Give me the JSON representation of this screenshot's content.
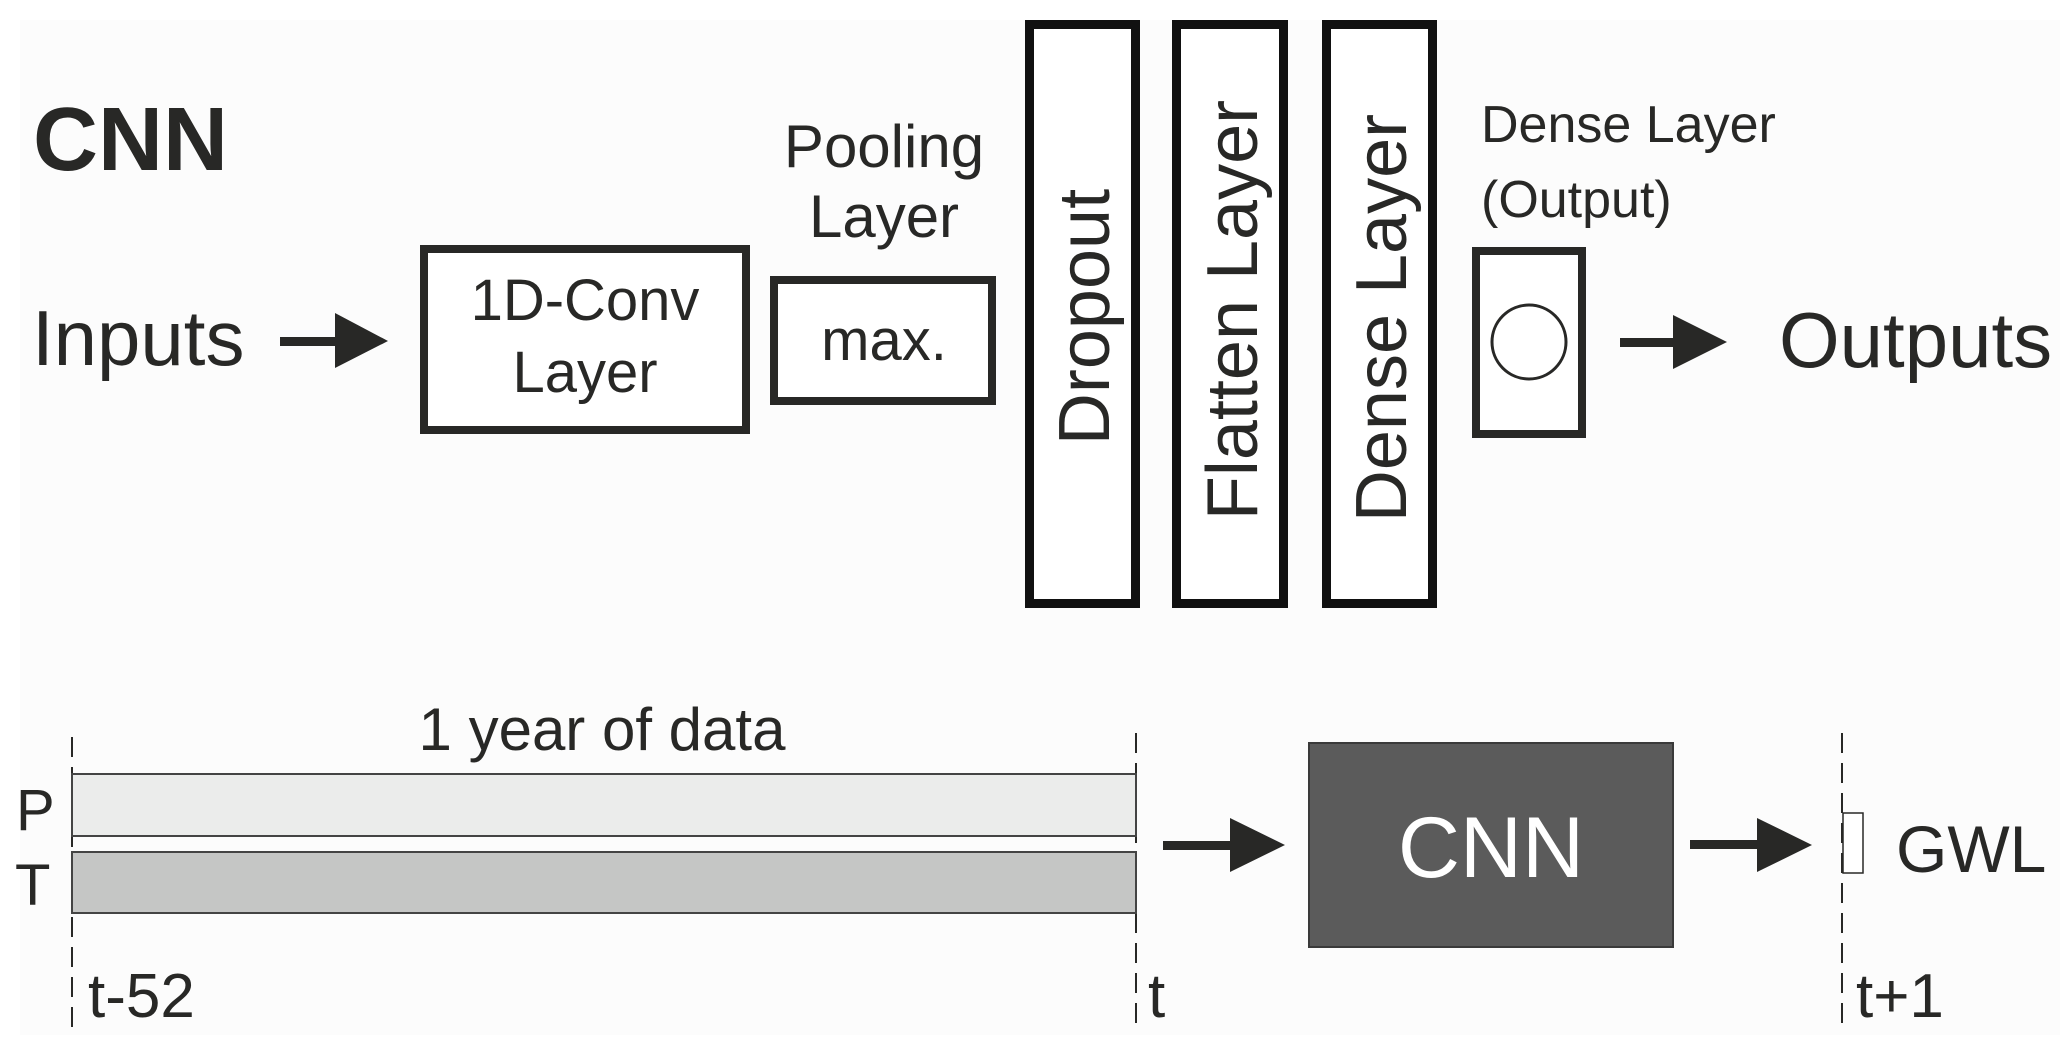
{
  "title": "CNN",
  "architecture": {
    "inputs_label": "Inputs",
    "conv_layer": {
      "line1": "1D-Conv",
      "line2": "Layer"
    },
    "pooling_layer": {
      "caption_line1": "Pooling",
      "caption_line2": "Layer",
      "box_text": "max."
    },
    "dropout_label": "Dropout",
    "flatten_label": "Flatten Layer",
    "dense_label": "Dense Layer",
    "output_layer": {
      "caption_line1": "Dense Layer",
      "caption_line2": "(Output)",
      "node_icon": "neuron-circle-icon"
    },
    "outputs_label": "Outputs",
    "arrow_icon": "arrow-right-icon"
  },
  "timeline": {
    "window_label": "1 year of data",
    "series": [
      {
        "label": "P",
        "fill": "#ebeceb"
      },
      {
        "label": "T",
        "fill": "#c5c6c5"
      }
    ],
    "model_label": "CNN",
    "model_fill": "#5b5b5b",
    "target_label": "GWL",
    "ticks": {
      "start": "t-52",
      "current": "t",
      "next": "t+1"
    }
  },
  "colors": {
    "ink": "#282826",
    "background": "#fcfcfc"
  }
}
